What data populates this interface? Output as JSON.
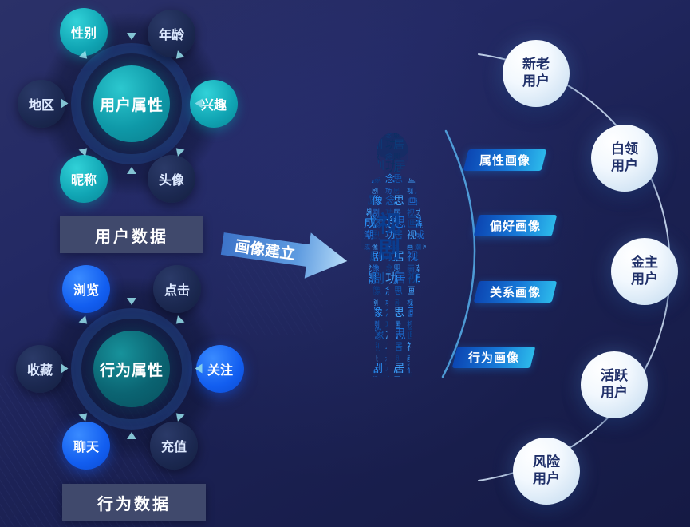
{
  "colors": {
    "background": "#1e2455",
    "teal_node": "#10a4b3",
    "blue_node": "#125ef0",
    "dark_node": "#1b2850",
    "caption_bar": "#40496c",
    "tag_gradient_start": "#0c46b2",
    "tag_gradient_end": "#2cb9ea",
    "arrow_fill": "#5e9be0",
    "segment_fill": "#e4f0fa",
    "segment_text": "#203069"
  },
  "top_hub": {
    "center": "用户属性",
    "caption": "用户数据",
    "satellites": [
      {
        "label": "性别",
        "variant": "teal"
      },
      {
        "label": "年龄",
        "variant": "dark"
      },
      {
        "label": "地区",
        "variant": "dark"
      },
      {
        "label": "兴趣",
        "variant": "teal"
      },
      {
        "label": "昵称",
        "variant": "teal"
      },
      {
        "label": "头像",
        "variant": "dark"
      }
    ]
  },
  "bottom_hub": {
    "center": "行为属性",
    "caption": "行为数据",
    "satellites": [
      {
        "label": "浏览",
        "variant": "blue"
      },
      {
        "label": "点击",
        "variant": "dark"
      },
      {
        "label": "收藏",
        "variant": "dark"
      },
      {
        "label": "关注",
        "variant": "blue"
      },
      {
        "label": "聊天",
        "variant": "blue"
      },
      {
        "label": "充值",
        "variant": "dark"
      }
    ]
  },
  "flow_arrow": {
    "label": "画像建立"
  },
  "portrait_tags": [
    {
      "label": "属性画像"
    },
    {
      "label": "偏好画像"
    },
    {
      "label": "关系画像"
    },
    {
      "label": "行为画像"
    }
  ],
  "user_segments": [
    {
      "label": "新老用户",
      "line1": "新老",
      "line2": "用户"
    },
    {
      "label": "白领用户",
      "line1": "白领",
      "line2": "用户"
    },
    {
      "label": "金主用户",
      "line1": "金主",
      "line2": "用户"
    },
    {
      "label": "活跃用户",
      "line1": "活跃",
      "line2": "用户"
    },
    {
      "label": "风险用户",
      "line1": "风险",
      "line2": "用户"
    }
  ],
  "wordcloud": {
    "accent_words": [
      "视",
      "剧"
    ],
    "words": [
      "视",
      "剧",
      "思",
      "成",
      "功",
      "画",
      "像",
      "居",
      "潮",
      "念"
    ]
  }
}
